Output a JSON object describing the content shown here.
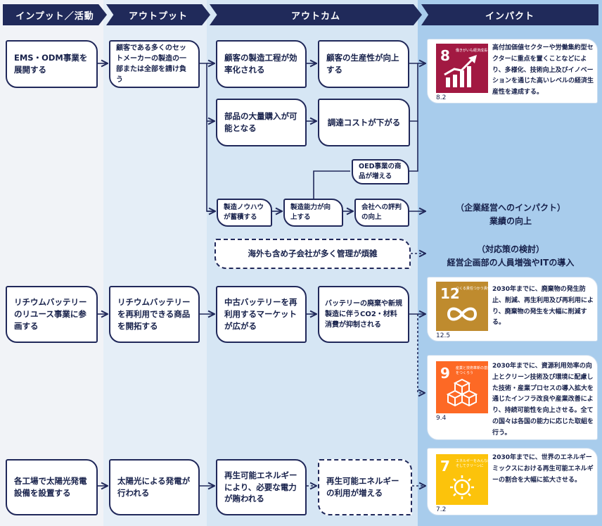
{
  "headers": {
    "input": "インプット／活動",
    "output": "アウトプット",
    "outcome": "アウトカム",
    "impact": "インパクト"
  },
  "rows": {
    "ems": {
      "activity": "EMS・ODM事業を展開する",
      "output": "顧客である多くのセットメーカーの製造の一部または全部を請け負う",
      "outcome_a": "顧客の製造工程が効率化される",
      "outcome_b": "顧客の生産性が向上する",
      "outcome_c": "部品の大量購入が可能となる",
      "outcome_d": "調達コストが下がる",
      "outcome_e": "OED事業の商品が増える",
      "outcome_f": "製造ノウハウが蓄積する",
      "outcome_g": "製造能力が向上する",
      "outcome_h": "会社への評判の向上",
      "outcome_i": "海外も含め子会社が多く管理が煩雑"
    },
    "battery": {
      "activity": "リチウムバッテリーのリユース事業に参画する",
      "output": "リチウムバッテリーを再利用できる商品を開拓する",
      "outcome_a": "中古バッテリーを再利用するマーケットが広がる",
      "outcome_b": "バッテリーの廃棄や新規製造に伴うCO2・材料消費が抑制される"
    },
    "solar": {
      "activity": "各工場で太陽光発電設備を設置する",
      "output": "太陽光による発電が行われる",
      "outcome_a": "再生可能エネルギーにより、必要な電力が賄われる",
      "outcome_b": "再生可能エネルギーの利用が増える"
    }
  },
  "impacts": {
    "mgmt_title": "（企業経営へのインパクト）",
    "mgmt_body": "業績の向上",
    "counter_title": "（対応策の検討）",
    "counter_body": "経営企画部の人員増強やITの導入"
  },
  "sdgs": [
    {
      "num": "8",
      "target": "8.2",
      "title": "働きがいも経済成長も",
      "color": "#a21942",
      "text": "高付加価値セクターや労働集約型セクターに重点を置くことなどにより、多様化、技術向上及びイノベーションを通じた高いレベルの経済生産性を達成する。"
    },
    {
      "num": "12",
      "target": "12.5",
      "title": "つくる責任つかう責任",
      "color": "#bf8b2e",
      "text": "2030年までに、廃棄物の発生防止、削減、再生利用及び再利用により、廃棄物の発生を大幅に削減する。"
    },
    {
      "num": "9",
      "target": "9.4",
      "title": "産業と技術革新の基盤をつくろう",
      "color": "#fd6925",
      "text": "2030年までに、資源利用効率の向上とクリーン技術及び環境に配慮した技術・産業プロセスの導入拡大を通じたインフラ改良や産業改善により、持続可能性を向上させる。全ての国々は各国の能力に応じた取組を行う。"
    },
    {
      "num": "7",
      "target": "7.2",
      "title": "エネルギーをみんなにそしてクリーンに",
      "color": "#fcc30b",
      "text": "2030年までに、世界のエネルギーミックスにおける再生可能エネルギーの割合を大幅に拡大させる。"
    }
  ],
  "colors": {
    "navy": "#202a5a",
    "col1": "#f1f3f7",
    "col2": "#e5eef7",
    "col3": "#d6e6f4",
    "col4": "#a8ccec"
  }
}
